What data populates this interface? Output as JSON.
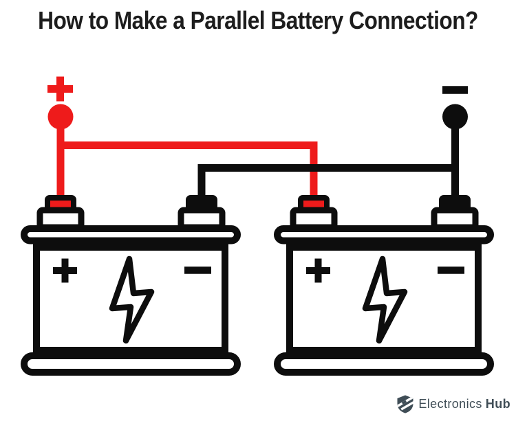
{
  "title": "How to Make a Parallel Battery Connection?",
  "colors": {
    "positive": "#ee1b1b",
    "negative": "#0d0d0d",
    "brand": "#3f4d56"
  },
  "diagram": {
    "description": "Two batteries wired in parallel: positive terminals joined by a red jumper wire, negative terminals joined by a black jumper wire",
    "positive_node_symbol": "+",
    "negative_node_symbol": "−",
    "batteries": [
      {
        "id": "battery-1",
        "face_plus_symbol": "+",
        "face_minus_symbol": "−"
      },
      {
        "id": "battery-2",
        "face_plus_symbol": "+",
        "face_minus_symbol": "−"
      }
    ]
  },
  "footer": {
    "brand_first": "Electronics",
    "brand_second": "Hub"
  }
}
